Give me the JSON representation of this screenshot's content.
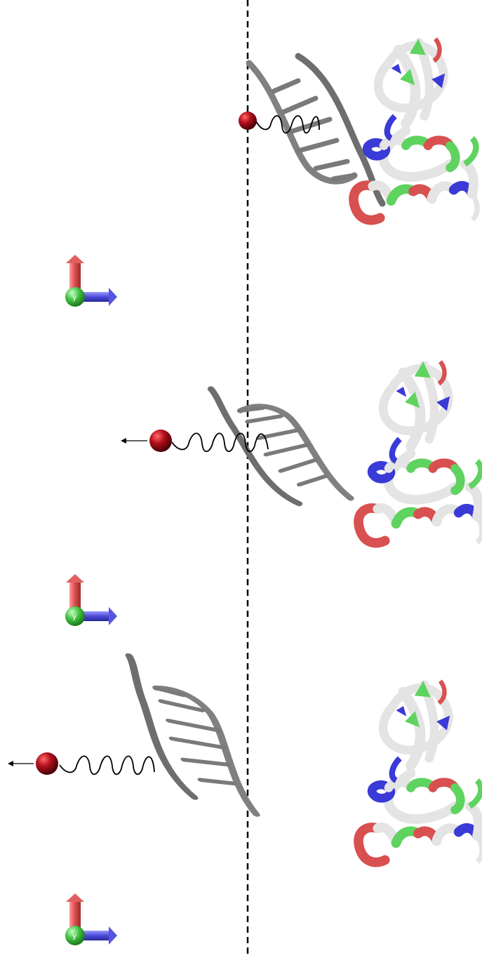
{
  "figure": {
    "panels": [
      {
        "id": "panel-1",
        "axis_label": "y",
        "pull_direction": "none"
      },
      {
        "id": "panel-2",
        "axis_label": "y",
        "pull_direction": "left"
      },
      {
        "id": "panel-3",
        "axis_label": "y",
        "pull_direction": "left"
      }
    ],
    "colors": {
      "dna": "#7a7a7a",
      "protein_base": "#e4e4e4",
      "protein_green": "#5fd35f",
      "protein_blue": "#3a3ad6",
      "protein_red": "#d85050",
      "bead": "#8b0a14",
      "axis_x": "#5555dd",
      "axis_z": "#e06060",
      "axis_y": "#40c040",
      "reference_line": "#000000"
    },
    "icons": [
      "bead-sphere-icon",
      "spring-coil-icon",
      "pull-arrow-icon",
      "axis-triad-icon"
    ]
  }
}
